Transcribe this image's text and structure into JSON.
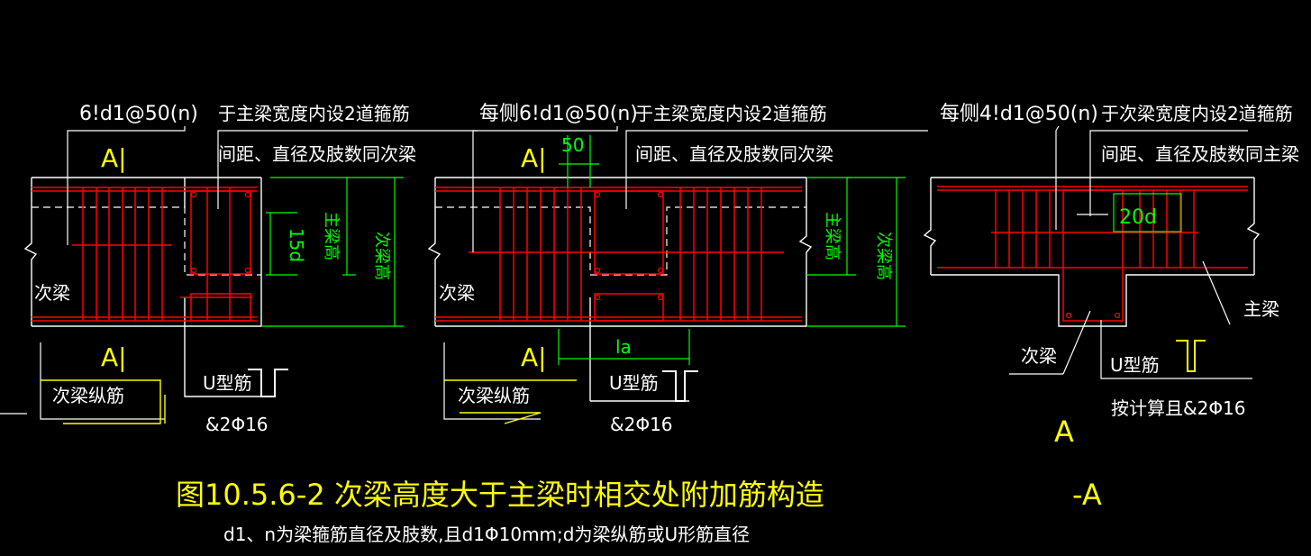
{
  "colors": {
    "background": "#000000",
    "line": "#ffffff",
    "rebar": "#ff0000",
    "dimension": "#00ff00",
    "section_text": "#ffff00",
    "title_text": "#ffff00"
  },
  "left_detail": {
    "stirrup_label": "6!d1@50(n)",
    "note_line1": "于主梁宽度内设2道箍筋",
    "note_line2": "间距、直径及肢数同次梁",
    "section_top": "A|",
    "section_bottom": "A|",
    "dim_15d": "15d",
    "dim_main_beam_height": "主梁高",
    "dim_secondary_beam_height": "次梁高",
    "label_secondary_beam": "次梁",
    "label_secondary_long_bar": "次梁纵筋",
    "label_u_bar": "U型筋",
    "label_u_bar_spec": "&2Φ16"
  },
  "middle_detail": {
    "stirrup_label": "每侧6!d1@50(n)",
    "note_line1": "于主梁宽度内设2道箍筋",
    "note_line2": "间距、直径及肢数同次梁",
    "section_top": "A|",
    "section_bottom": "A|",
    "dim_50": "50",
    "dim_la": "la",
    "dim_main_beam_height": "主梁高",
    "dim_secondary_beam_height": "次梁高",
    "label_secondary_beam": "次梁",
    "label_secondary_long_bar": "次梁纵筋",
    "label_u_bar": "U型筋",
    "label_u_bar_spec": "&2Φ16"
  },
  "right_detail": {
    "stirrup_label": "每侧4!d1@50(n)",
    "note_line1": "于次梁宽度内设2道箍筋",
    "note_line2": "间距、直径及肢数同主梁",
    "dim_20d": "20d",
    "label_main_beam": "主梁",
    "label_secondary_beam": "次梁",
    "label_u_bar": "U型筋",
    "label_u_bar_spec": "按计算且&2Φ16",
    "section_mark": "A",
    "section_title": "-A"
  },
  "figure_title": "图10.5.6-2  次梁高度大于主梁时相交处附加筋构造",
  "figure_note": "d1、n为梁箍筋直径及肢数,且d1Φ10mm;d为梁纵筋或U形筋直径"
}
